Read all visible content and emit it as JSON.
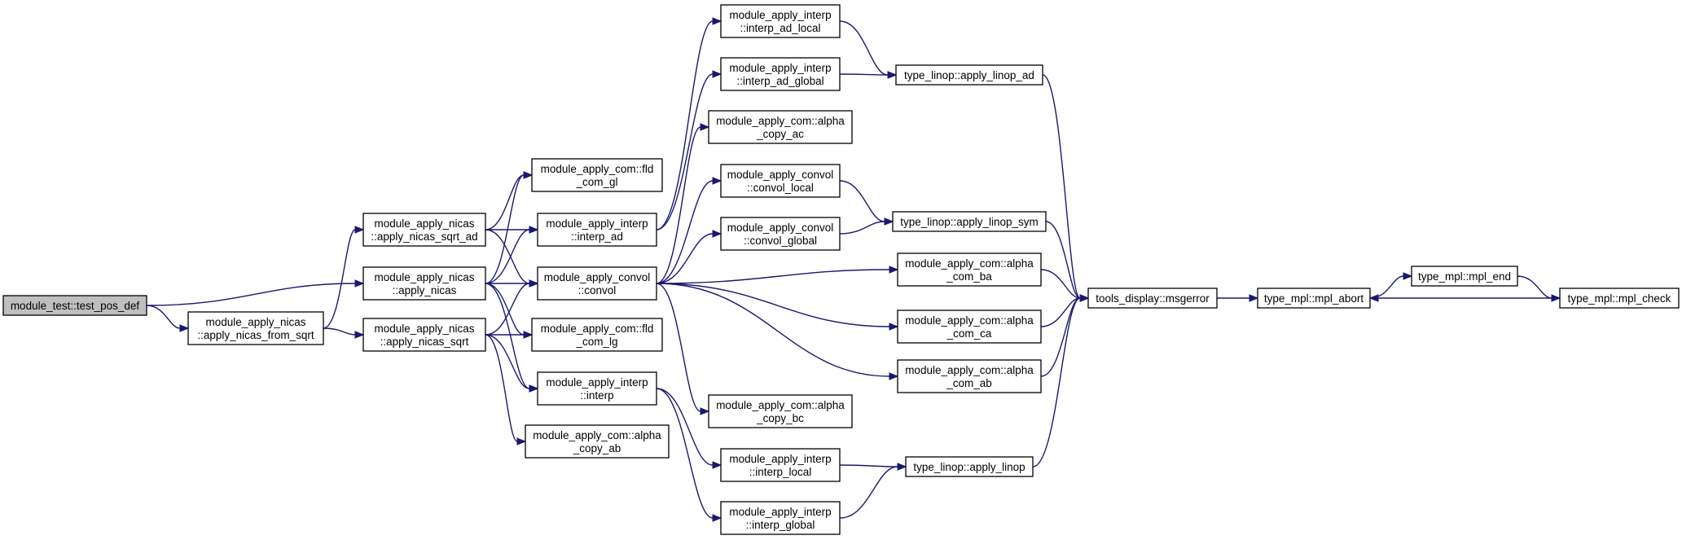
{
  "diagram": {
    "type": "call-graph",
    "colors": {
      "edge": "#191970",
      "node_border": "#000000",
      "root_fill": "#bfbfbf",
      "node_fill": "#ffffff"
    },
    "nodes": [
      {
        "id": "test_pos_def",
        "lines": [
          "module_test::test_pos_def"
        ],
        "root": true
      },
      {
        "id": "apply_nicas_from_sqrt",
        "lines": [
          "module_apply_nicas",
          "::apply_nicas_from_sqrt"
        ]
      },
      {
        "id": "apply_nicas_sqrt_ad",
        "lines": [
          "module_apply_nicas",
          "::apply_nicas_sqrt_ad"
        ]
      },
      {
        "id": "apply_nicas",
        "lines": [
          "module_apply_nicas",
          "::apply_nicas"
        ]
      },
      {
        "id": "apply_nicas_sqrt",
        "lines": [
          "module_apply_nicas",
          "::apply_nicas_sqrt"
        ]
      },
      {
        "id": "fld_com_gl",
        "lines": [
          "module_apply_com::fld",
          "_com_gl"
        ]
      },
      {
        "id": "interp_ad",
        "lines": [
          "module_apply_interp",
          "::interp_ad"
        ]
      },
      {
        "id": "convol",
        "lines": [
          "module_apply_convol",
          "::convol"
        ]
      },
      {
        "id": "fld_com_lg",
        "lines": [
          "module_apply_com::fld",
          "_com_lg"
        ]
      },
      {
        "id": "interp",
        "lines": [
          "module_apply_interp",
          "::interp"
        ]
      },
      {
        "id": "alpha_copy_ab",
        "lines": [
          "module_apply_com::alpha",
          "_copy_ab"
        ]
      },
      {
        "id": "interp_ad_local",
        "lines": [
          "module_apply_interp",
          "::interp_ad_local"
        ]
      },
      {
        "id": "interp_ad_global",
        "lines": [
          "module_apply_interp",
          "::interp_ad_global"
        ]
      },
      {
        "id": "alpha_copy_ac",
        "lines": [
          "module_apply_com::alpha",
          "_copy_ac"
        ]
      },
      {
        "id": "convol_local",
        "lines": [
          "module_apply_convol",
          "::convol_local"
        ]
      },
      {
        "id": "convol_global",
        "lines": [
          "module_apply_convol",
          "::convol_global"
        ]
      },
      {
        "id": "alpha_copy_bc",
        "lines": [
          "module_apply_com::alpha",
          "_copy_bc"
        ]
      },
      {
        "id": "interp_local",
        "lines": [
          "module_apply_interp",
          "::interp_local"
        ]
      },
      {
        "id": "interp_global",
        "lines": [
          "module_apply_interp",
          "::interp_global"
        ]
      },
      {
        "id": "apply_linop_ad",
        "lines": [
          "type_linop::apply_linop_ad"
        ]
      },
      {
        "id": "apply_linop_sym",
        "lines": [
          "type_linop::apply_linop_sym"
        ]
      },
      {
        "id": "alpha_com_ba",
        "lines": [
          "module_apply_com::alpha",
          "_com_ba"
        ]
      },
      {
        "id": "alpha_com_ca",
        "lines": [
          "module_apply_com::alpha",
          "_com_ca"
        ]
      },
      {
        "id": "alpha_com_ab",
        "lines": [
          "module_apply_com::alpha",
          "_com_ab"
        ]
      },
      {
        "id": "apply_linop",
        "lines": [
          "type_linop::apply_linop"
        ]
      },
      {
        "id": "msgerror",
        "lines": [
          "tools_display::msgerror"
        ]
      },
      {
        "id": "mpl_abort",
        "lines": [
          "type_mpl::mpl_abort"
        ]
      },
      {
        "id": "mpl_end",
        "lines": [
          "type_mpl::mpl_end"
        ]
      },
      {
        "id": "mpl_check",
        "lines": [
          "type_mpl::mpl_check"
        ]
      }
    ],
    "edges": [
      {
        "from": "test_pos_def",
        "to": "apply_nicas"
      },
      {
        "from": "test_pos_def",
        "to": "apply_nicas_from_sqrt"
      },
      {
        "from": "apply_nicas_from_sqrt",
        "to": "apply_nicas_sqrt_ad"
      },
      {
        "from": "apply_nicas_from_sqrt",
        "to": "apply_nicas_sqrt"
      },
      {
        "from": "apply_nicas_sqrt_ad",
        "to": "fld_com_gl"
      },
      {
        "from": "apply_nicas_sqrt_ad",
        "to": "interp_ad"
      },
      {
        "from": "apply_nicas_sqrt_ad",
        "to": "convol"
      },
      {
        "from": "apply_nicas",
        "to": "fld_com_gl"
      },
      {
        "from": "apply_nicas",
        "to": "interp_ad"
      },
      {
        "from": "apply_nicas",
        "to": "convol"
      },
      {
        "from": "apply_nicas",
        "to": "fld_com_lg"
      },
      {
        "from": "apply_nicas",
        "to": "interp"
      },
      {
        "from": "apply_nicas_sqrt",
        "to": "convol"
      },
      {
        "from": "apply_nicas_sqrt",
        "to": "fld_com_lg"
      },
      {
        "from": "apply_nicas_sqrt",
        "to": "interp"
      },
      {
        "from": "apply_nicas_sqrt",
        "to": "alpha_copy_ab"
      },
      {
        "from": "interp_ad",
        "to": "interp_ad_local"
      },
      {
        "from": "interp_ad",
        "to": "interp_ad_global"
      },
      {
        "from": "convol",
        "to": "alpha_copy_ac"
      },
      {
        "from": "convol",
        "to": "convol_local"
      },
      {
        "from": "convol",
        "to": "convol_global"
      },
      {
        "from": "convol",
        "to": "alpha_com_ba"
      },
      {
        "from": "convol",
        "to": "alpha_com_ca"
      },
      {
        "from": "convol",
        "to": "alpha_com_ab"
      },
      {
        "from": "convol",
        "to": "alpha_copy_bc"
      },
      {
        "from": "interp",
        "to": "interp_local"
      },
      {
        "from": "interp",
        "to": "interp_global"
      },
      {
        "from": "interp_ad_local",
        "to": "apply_linop_ad"
      },
      {
        "from": "interp_ad_global",
        "to": "apply_linop_ad"
      },
      {
        "from": "convol_local",
        "to": "apply_linop_sym"
      },
      {
        "from": "convol_global",
        "to": "apply_linop_sym"
      },
      {
        "from": "interp_local",
        "to": "apply_linop"
      },
      {
        "from": "interp_global",
        "to": "apply_linop"
      },
      {
        "from": "apply_linop_ad",
        "to": "msgerror"
      },
      {
        "from": "apply_linop_sym",
        "to": "msgerror"
      },
      {
        "from": "alpha_com_ba",
        "to": "msgerror"
      },
      {
        "from": "alpha_com_ca",
        "to": "msgerror"
      },
      {
        "from": "alpha_com_ab",
        "to": "msgerror"
      },
      {
        "from": "apply_linop",
        "to": "msgerror"
      },
      {
        "from": "msgerror",
        "to": "mpl_abort"
      },
      {
        "from": "mpl_abort",
        "to": "mpl_end"
      },
      {
        "from": "mpl_end",
        "to": "mpl_check"
      },
      {
        "from": "mpl_check",
        "to": "mpl_abort"
      }
    ]
  }
}
